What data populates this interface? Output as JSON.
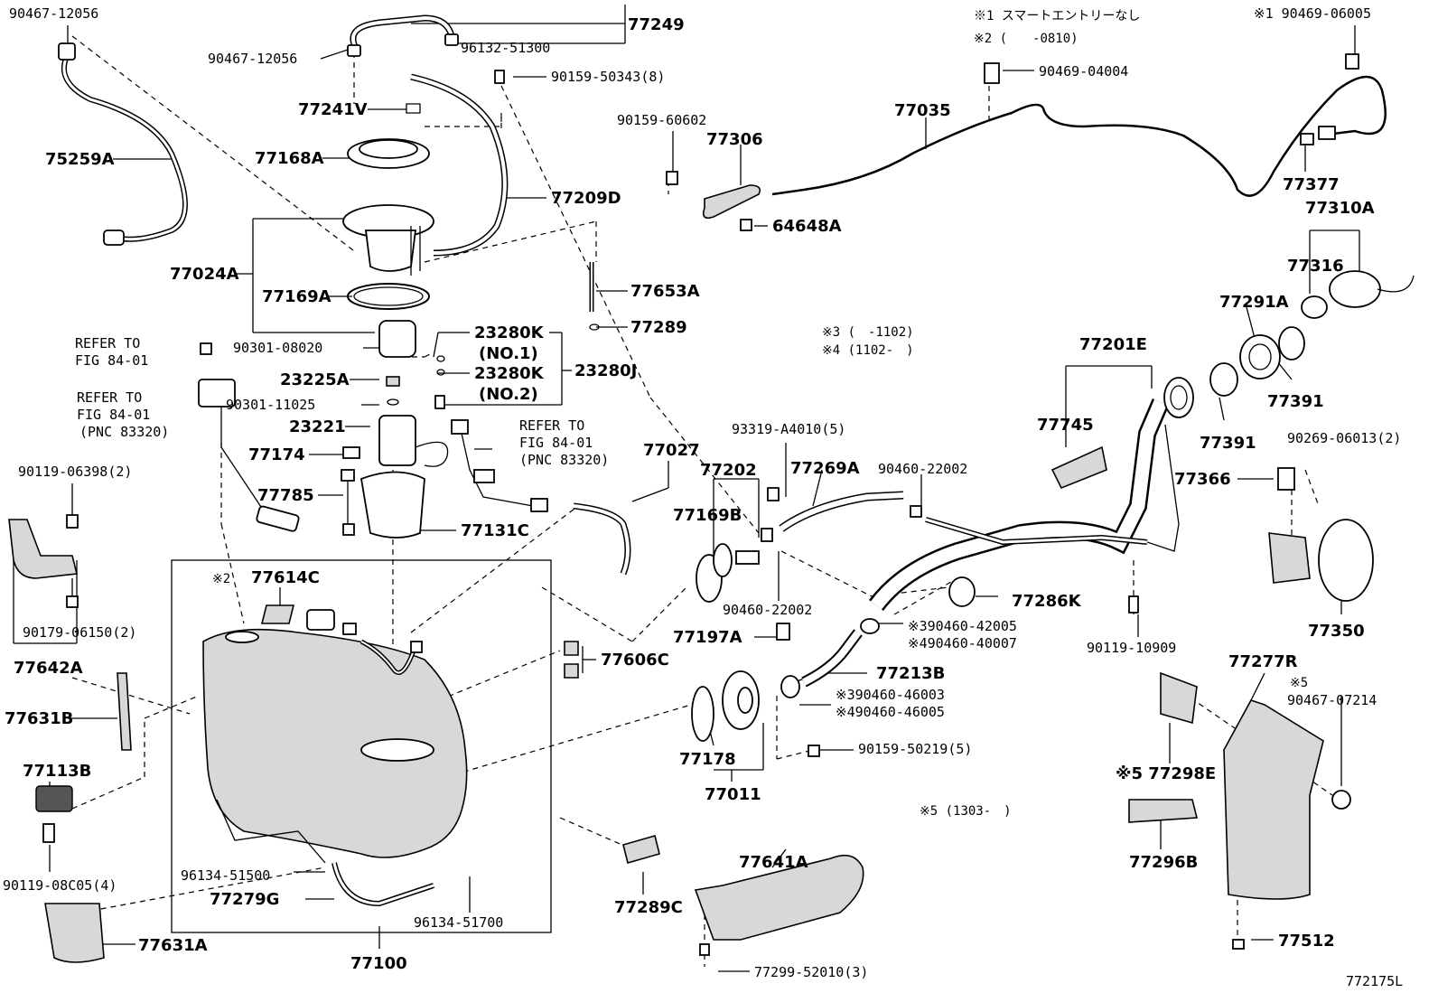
{
  "diagram_id": "772175L",
  "notes": {
    "n1": "※1 スマートエントリーなし",
    "n2": "※2 (　　-0810)",
    "n3": "※3 (　-1102)",
    "n4": "※4 (1102-　)",
    "n5": "※5 (1303-　)"
  },
  "refs": {
    "r1a": "REFER TO",
    "r1b": "FIG 84-01",
    "r2a": "REFER TO",
    "r2b": "FIG 84-01",
    "r2c": "(PNC 83320)",
    "r3a": "REFER TO",
    "r3b": "FIG 84-01",
    "r3c": "(PNC 83320)"
  },
  "labels": {
    "p90467_12056_a": "90467-12056",
    "p90467_12056_b": "90467-12056",
    "p77249": "77249",
    "p96132_51300": "96132-51300",
    "p90159_50343": "90159-50343(8)",
    "p77241V": "77241V",
    "p75259A": "75259A",
    "p77168A": "77168A",
    "p77209D": "77209D",
    "p77024A": "77024A",
    "p77169A": "77169A",
    "p77653A": "77653A",
    "p77289": "77289",
    "p23280K_1": "23280K",
    "p23280K_1n": "(NO.1)",
    "p23280K_2": "23280K",
    "p23280K_2n": "(NO.2)",
    "p23280J": "23280J",
    "p90301_08020": "90301-08020",
    "p23225A": "23225A",
    "p90301_11025": "90301-11025",
    "p23221": "23221",
    "p77174": "77174",
    "p77785": "77785",
    "p77131C": "77131C",
    "p90119_06398": "90119-06398(2)",
    "p90179_06150": "90179-06150(2)",
    "p77642A": "77642A",
    "p77614C": "77614C",
    "p77631B": "77631B",
    "p77113B": "77113B",
    "p90119_08C05": "90119-08C05(4)",
    "p77631A": "77631A",
    "p96134_51500": "96134-51500",
    "p77279G": "77279G",
    "p96134_51700": "96134-51700",
    "p77100": "77100",
    "p77606C": "77606C",
    "p77289C": "77289C",
    "p77027": "77027",
    "p77202": "77202",
    "p77169B": "77169B",
    "p93319_A4010": "93319-A4010(5)",
    "p77269A": "77269A",
    "p90460_22002_a": "90460-22002",
    "p90460_22002_b": "90460-22002",
    "p77197A": "77197A",
    "p77213B": "77213B",
    "p390460_42005": "※390460-42005",
    "p490460_40007": "※490460-40007",
    "p390460_46003": "※390460-46003",
    "p490460_46005": "※490460-46005",
    "p77178": "77178",
    "p77011": "77011",
    "p90159_50219": "90159-50219(5)",
    "p77641A": "77641A",
    "p77299_52010": "77299-52010(3)",
    "p90159_60602": "90159-60602",
    "p77306": "77306",
    "p64648A": "64648A",
    "p77035": "77035",
    "p90469_04004": "90469-04004",
    "p90469_06005": "※1 90469-06005",
    "p77377": "77377",
    "p77310A": "77310A",
    "p77316": "77316",
    "p77291A": "77291A",
    "p77391_a": "77391",
    "p77391_b": "77391",
    "p77201E": "77201E",
    "p77745": "77745",
    "p90269_06013": "90269-06013(2)",
    "p77366": "77366",
    "p77350": "77350",
    "p77286K": "77286K",
    "p90119_10909": "90119-10909",
    "p77277R": "77277R",
    "p90467_07214_n": "※5",
    "p90467_07214": "90467-07214",
    "p77298E": "※5 77298E",
    "p77296B": "77296B",
    "p77512": "77512"
  }
}
